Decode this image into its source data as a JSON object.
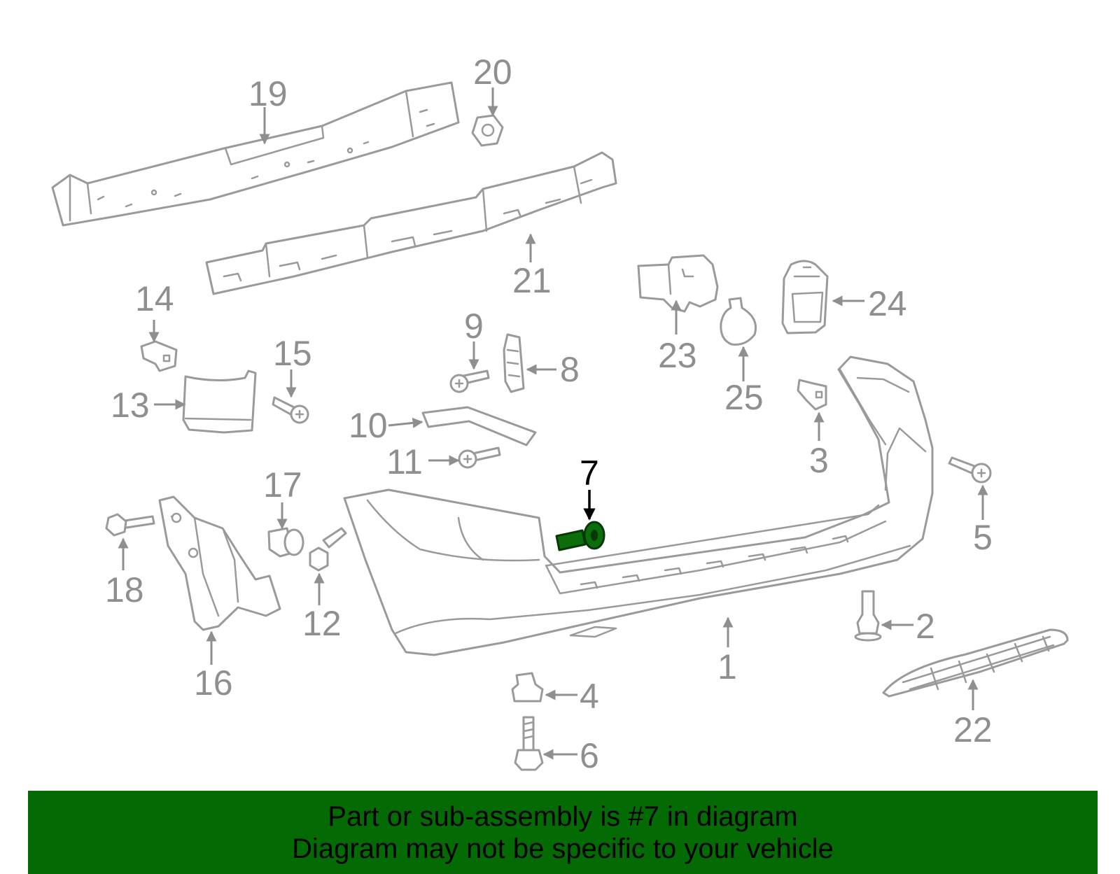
{
  "diagram": {
    "highlighted_part": "7",
    "highlight_color": "#0b6e0b",
    "part_color": "#9a9a9a",
    "callouts": [
      "1",
      "2",
      "3",
      "4",
      "5",
      "6",
      "7",
      "8",
      "9",
      "10",
      "11",
      "12",
      "13",
      "14",
      "15",
      "16",
      "17",
      "18",
      "19",
      "20",
      "21",
      "22",
      "23",
      "24",
      "25"
    ]
  },
  "banner": {
    "line1": "Part or sub-assembly is #7 in diagram",
    "line2": "Diagram may not be specific to your vehicle",
    "background": "#046a04"
  }
}
